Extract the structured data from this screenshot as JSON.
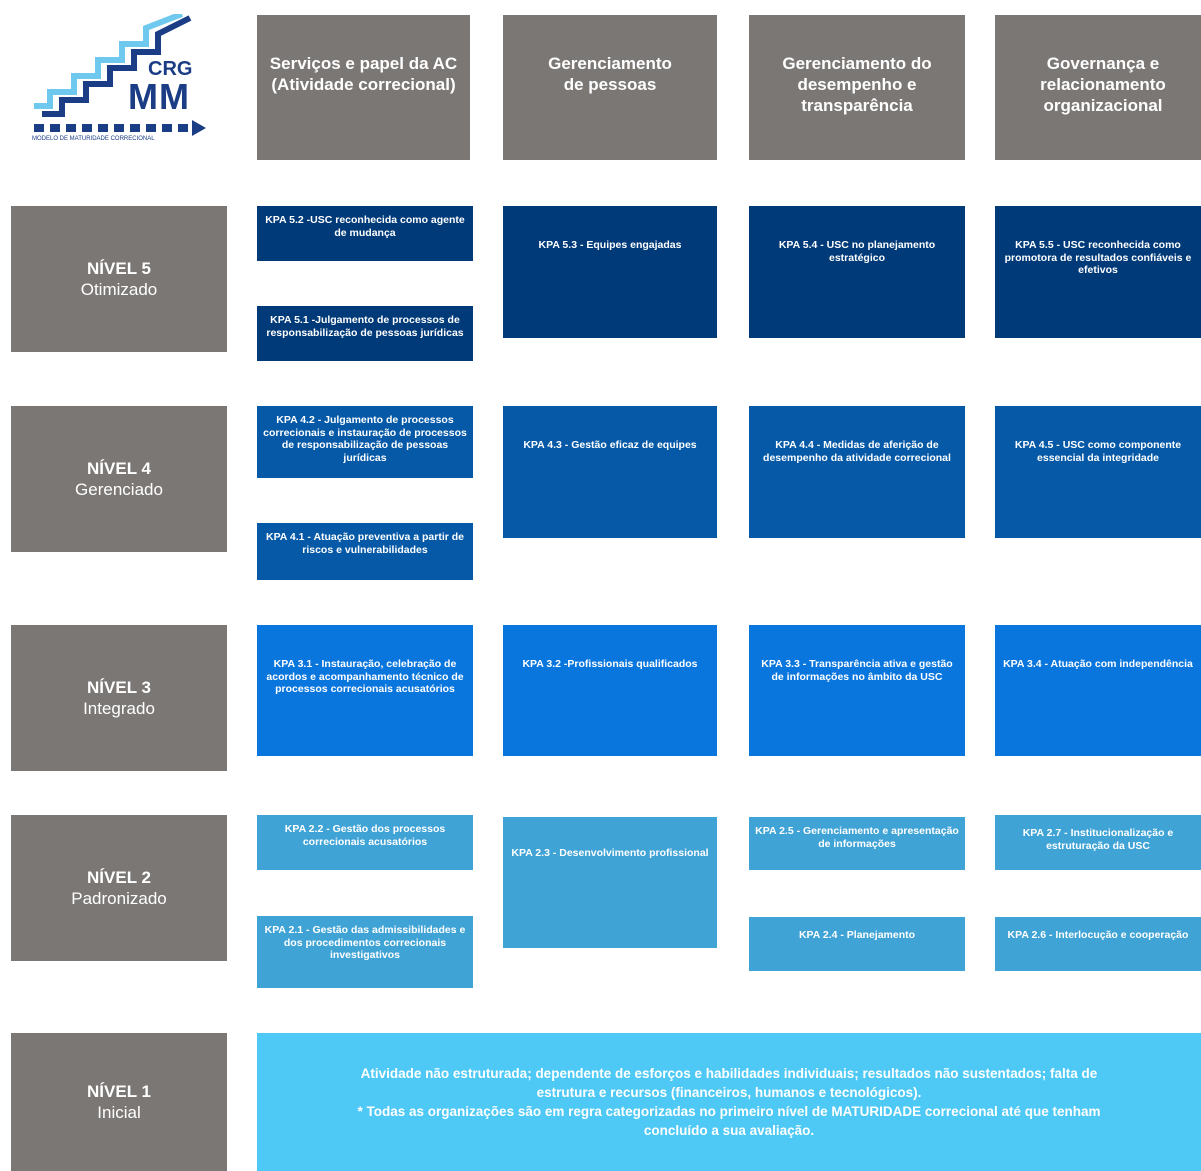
{
  "logo": {
    "brand_top": "CRG",
    "brand_bottom": "MM",
    "tagline": "MODELO DE MATURIDADE CORRECIONAL"
  },
  "columns": [
    {
      "line1": "Serviços e papel da AC",
      "line2": "(Atividade correcional)",
      "line3": ""
    },
    {
      "line1": "Gerenciamento",
      "line2": "de pessoas",
      "line3": ""
    },
    {
      "line1": "Gerenciamento do",
      "line2": "desempenho e",
      "line3": "transparência"
    },
    {
      "line1": "Governança e",
      "line2": "relacionamento",
      "line3": "organizacional"
    }
  ],
  "levels": [
    {
      "number": "NÍVEL 5",
      "name": "Otimizado"
    },
    {
      "number": "NÍVEL 4",
      "name": "Gerenciado"
    },
    {
      "number": "NÍVEL 3",
      "name": "Integrado"
    },
    {
      "number": "NÍVEL 2",
      "name": "Padronizado"
    },
    {
      "number": "NÍVEL 1",
      "name": "Inicial"
    }
  ],
  "kpas": {
    "k52": "KPA 5.2 -USC reconhecida como agente de mudança",
    "k51": "KPA 5.1 -Julgamento de processos de responsabilização de pessoas jurídicas",
    "k53": "KPA 5.3 - Equipes engajadas",
    "k54": "KPA 5.4 - USC no planejamento estratégico",
    "k55": "KPA 5.5 - USC reconhecida como promotora de resultados confiáveis e efetivos",
    "k42": "KPA 4.2 - Julgamento de processos correcionais e instauração de processos de responsabilização de pessoas jurídicas",
    "k41": "KPA 4.1 - Atuação preventiva a partir de riscos e vulnerabilidades",
    "k43": "KPA 4.3 - Gestão eficaz de equipes",
    "k44": "KPA 4.4 - Medidas de aferição de desempenho da atividade correcional",
    "k45": "KPA 4.5 - USC como componente essencial da integridade",
    "k31": "KPA 3.1 - Instauração, celebração de acordos e acompanhamento técnico de processos correcionais acusatórios",
    "k32": "KPA 3.2 -Profissionais qualificados",
    "k33": "KPA 3.3 - Transparência ativa e gestão de informações no âmbito da USC",
    "k34": "KPA 3.4 - Atuação com independência",
    "k22": "KPA 2.2 - Gestão dos processos correcionais acusatórios",
    "k21": "KPA 2.1 - Gestão das admissibilidades e dos procedimentos correcionais investigativos",
    "k23": "KPA 2.3 - Desenvolvimento profissional",
    "k25": "KPA 2.5 - Gerenciamento e apresentação de informações",
    "k24": "KPA 2.4 - Planejamento",
    "k27": "KPA 2.7 - Institucionalização e estruturação da USC",
    "k26": "KPA 2.6 - Interlocução e cooperação"
  },
  "level1_text": {
    "line1": "Atividade não estruturada; dependente de esforços e habilidades individuais; resultados não sustentados; falta de",
    "line2": "estrutura e recursos (financeiros, humanos e tecnológicos).",
    "line3": "* Todas as organizações são em regra categorizadas no primeiro nível de MATURIDADE correcional até que tenham",
    "line4": "concluído a sua avaliação."
  },
  "colors": {
    "header_gray": "#7b7775",
    "level5": "#003a78",
    "level4": "#0559a7",
    "level3": "#0976de",
    "level2": "#3fa3d6",
    "level1": "#4ec9f5"
  }
}
